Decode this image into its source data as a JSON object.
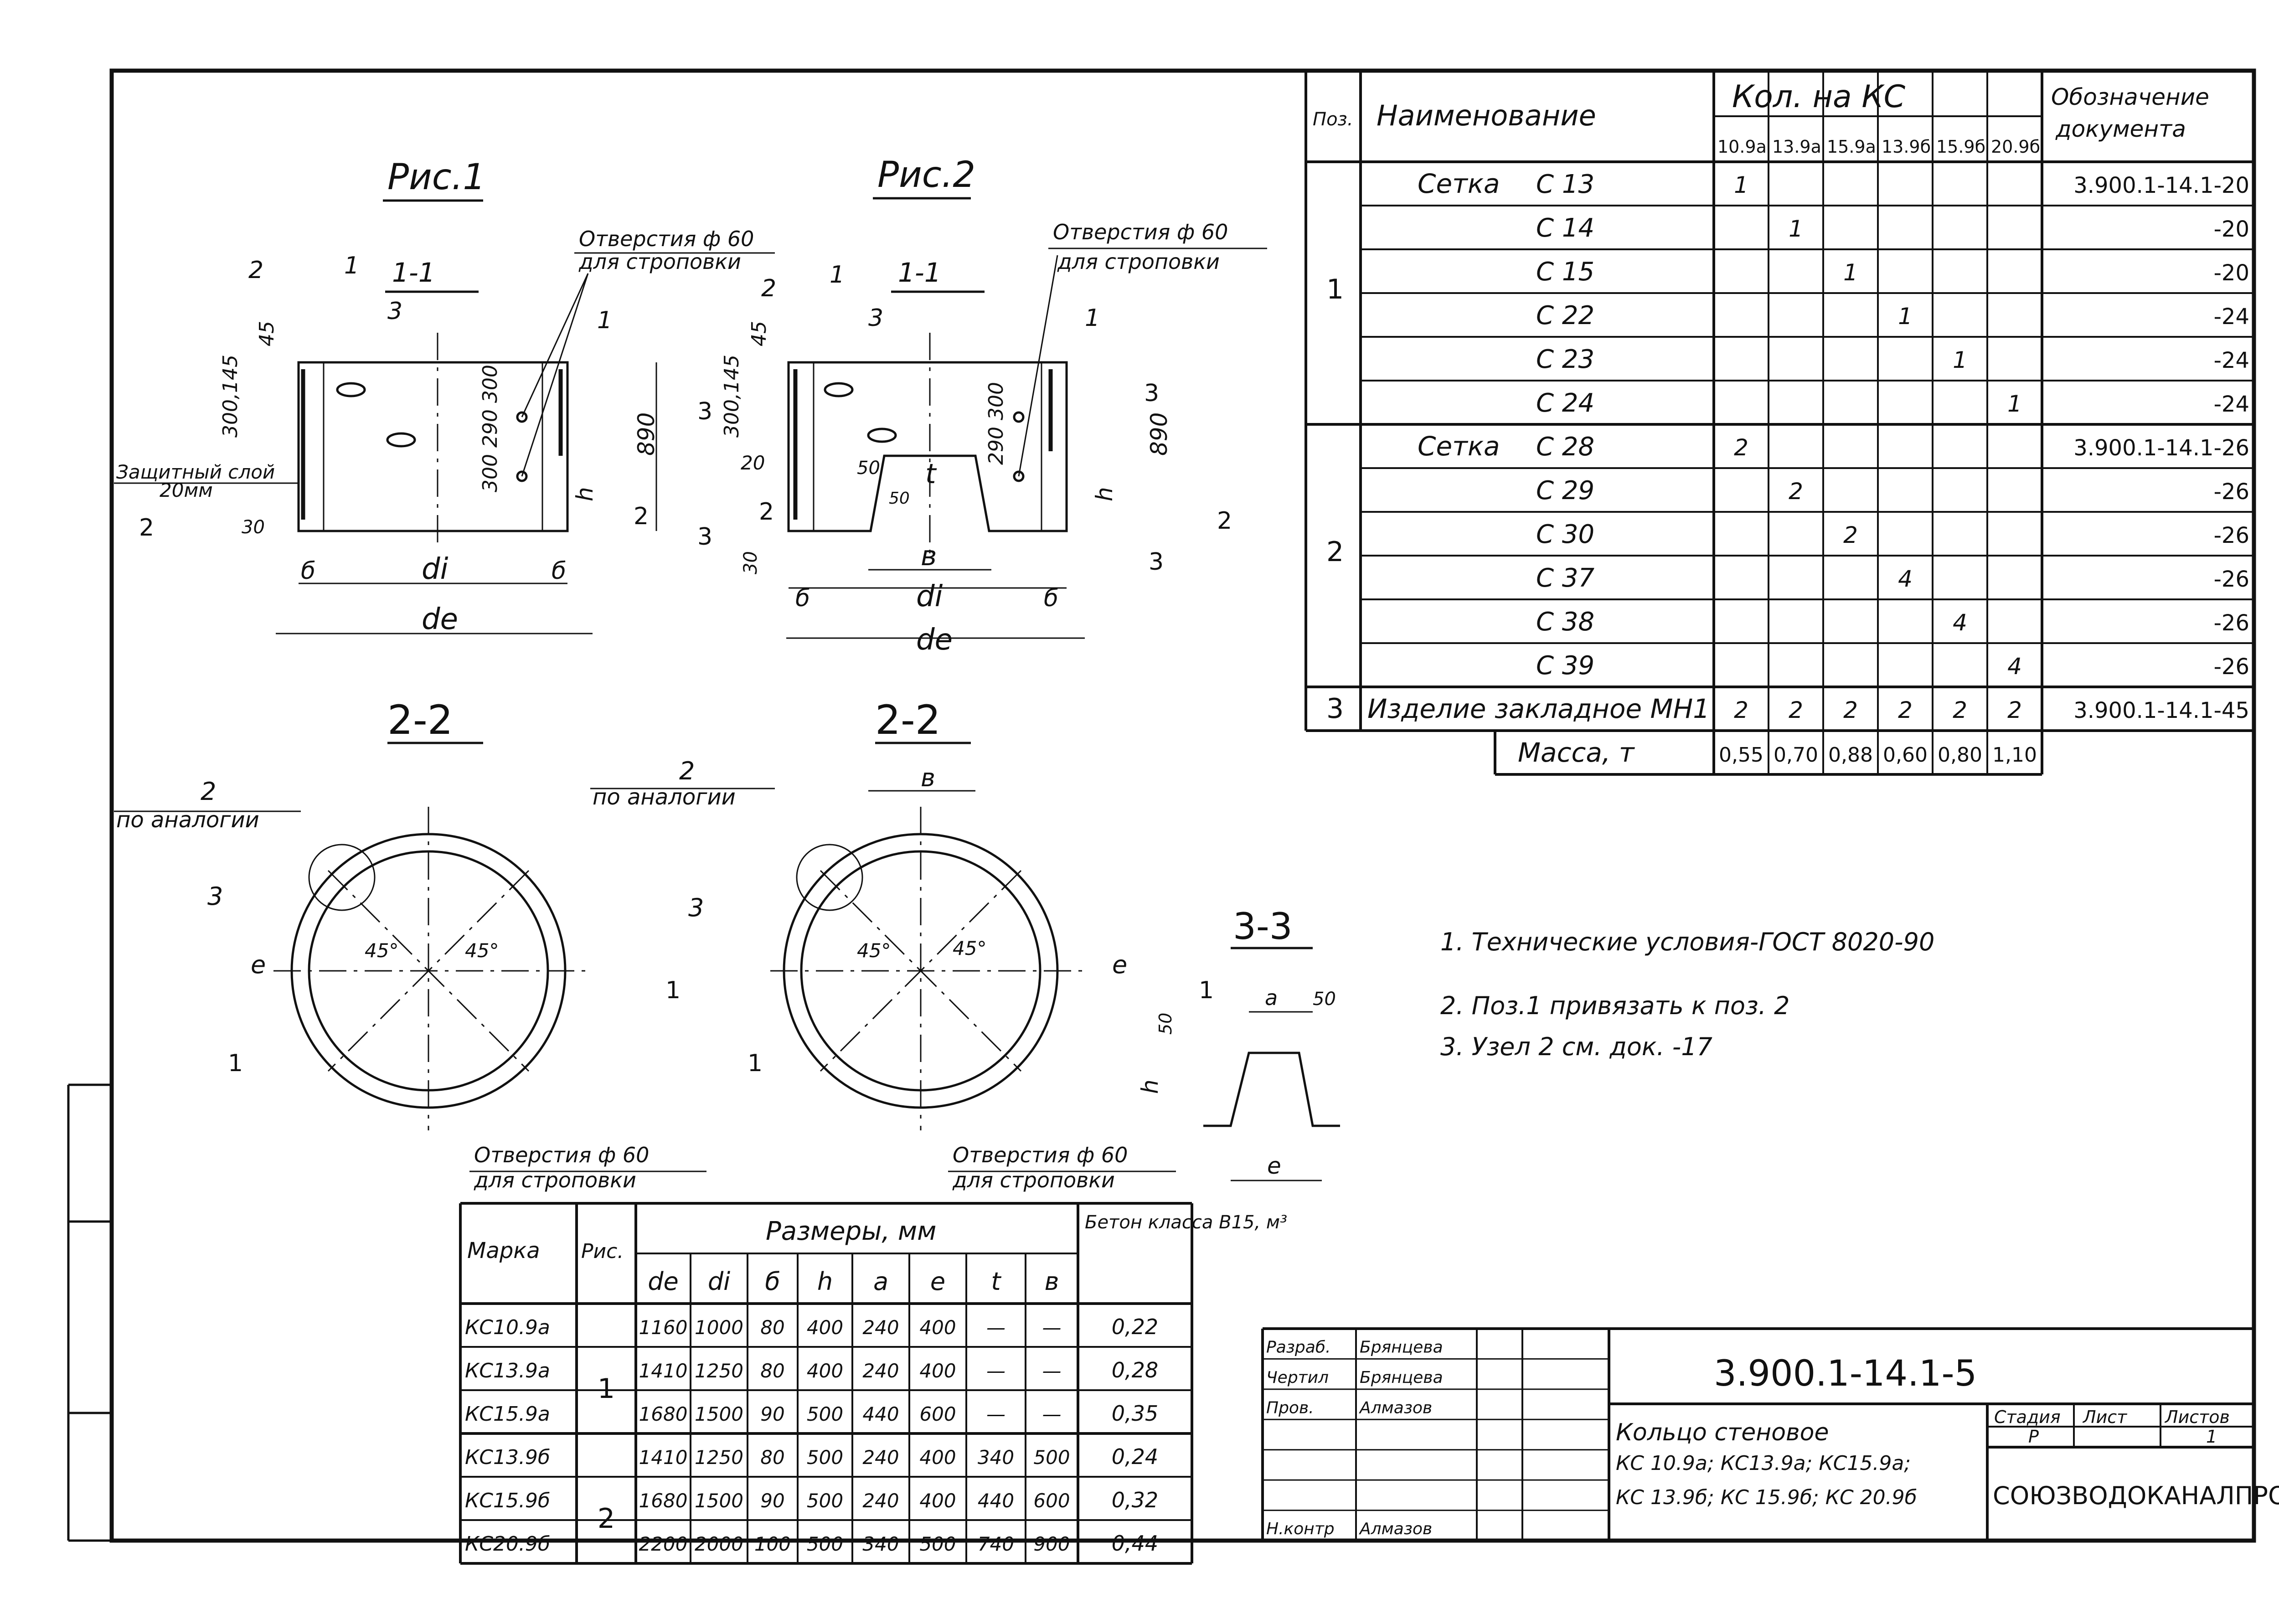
{
  "title_block": {
    "doc_code": "3.900.1-14.1-5",
    "name_line1": "Кольцо стеновое",
    "name_line2": "КС 10.9а; КС13.9а; КС15.9а;",
    "name_line3": "КС 13.9б; КС 15.9б; КС 20.9б",
    "stage_label": "Стадия",
    "sheet_label": "Лист",
    "sheets_label": "Листов",
    "stage": "Р",
    "sheets": "1",
    "org": "СОЮЗВОДОКАНАЛПРОЕКТ",
    "roles": [
      {
        "role": "Разраб.",
        "name": "Брянцева"
      },
      {
        "role": "Чертил",
        "name": "Брянцева"
      },
      {
        "role": "Пров.",
        "name": "Алмазов"
      },
      {
        "role": "",
        "name": ""
      },
      {
        "role": "",
        "name": ""
      },
      {
        "role": "",
        "name": ""
      },
      {
        "role": "Н.контр",
        "name": "Алмазов"
      }
    ]
  },
  "spec": {
    "h_pos": "Поз.",
    "h_name": "Наименование",
    "h_qty": "Кол. на КС",
    "h_doc1": "Обозначение",
    "h_doc2": "документа",
    "cols": [
      "10.9а",
      "13.9а",
      "15.9а",
      "13.9б",
      "15.9б",
      "20.9б"
    ],
    "rows": [
      {
        "pos": "",
        "group": "Сетка",
        "name": "С 13",
        "q": [
          "1",
          "",
          "",
          "",
          "",
          ""
        ],
        "doc": "3.900.1-14.1-20"
      },
      {
        "pos": "",
        "group": "",
        "name": "С 14",
        "q": [
          "",
          "1",
          "",
          "",
          "",
          ""
        ],
        "doc": "-20"
      },
      {
        "pos": "1",
        "group": "",
        "name": "С 15",
        "q": [
          "",
          "",
          "1",
          "",
          "",
          ""
        ],
        "doc": "-20"
      },
      {
        "pos": "",
        "group": "",
        "name": "С 22",
        "q": [
          "",
          "",
          "",
          "1",
          "",
          ""
        ],
        "doc": "-24"
      },
      {
        "pos": "",
        "group": "",
        "name": "С 23",
        "q": [
          "",
          "",
          "",
          "",
          "1",
          ""
        ],
        "doc": "-24"
      },
      {
        "pos": "",
        "group": "",
        "name": "С 24",
        "q": [
          "",
          "",
          "",
          "",
          "",
          "1"
        ],
        "doc": "-24"
      },
      {
        "pos": "",
        "group": "Сетка",
        "name": "С 28",
        "q": [
          "2",
          "",
          "",
          "",
          "",
          ""
        ],
        "doc": "3.900.1-14.1-26"
      },
      {
        "pos": "",
        "group": "",
        "name": "С 29",
        "q": [
          "",
          "2",
          "",
          "",
          "",
          ""
        ],
        "doc": "-26"
      },
      {
        "pos": "2",
        "group": "",
        "name": "С 30",
        "q": [
          "",
          "",
          "2",
          "",
          "",
          ""
        ],
        "doc": "-26"
      },
      {
        "pos": "",
        "group": "",
        "name": "С 37",
        "q": [
          "",
          "",
          "",
          "4",
          "",
          ""
        ],
        "doc": "-26"
      },
      {
        "pos": "",
        "group": "",
        "name": "С 38",
        "q": [
          "",
          "",
          "",
          "",
          "4",
          ""
        ],
        "doc": "-26"
      },
      {
        "pos": "",
        "group": "",
        "name": "С 39",
        "q": [
          "",
          "",
          "",
          "",
          "",
          "4"
        ],
        "doc": "-26"
      },
      {
        "pos": "3",
        "group": "Изделие закладное МН1",
        "name": "",
        "q": [
          "2",
          "2",
          "2",
          "2",
          "2",
          "2"
        ],
        "doc": "3.900.1-14.1-45"
      }
    ],
    "mass_label": "Масса, т",
    "mass": [
      "0,55",
      "0,70",
      "0,88",
      "0,60",
      "0,80",
      "1,10"
    ]
  },
  "dims_table": {
    "h_mark": "Марка",
    "h_fig": "Рис.",
    "h_sizes": "Размеры, мм",
    "h_concrete": "Бетон класса В15, м³",
    "cols": [
      "dе",
      "di",
      "б",
      "h",
      "а",
      "е",
      "t",
      "в"
    ],
    "rows": [
      {
        "mark": "КС10.9а",
        "fig": "",
        "v": [
          "1160",
          "1000",
          "80",
          "400",
          "240",
          "400",
          "—",
          "—"
        ],
        "c": "0,22"
      },
      {
        "mark": "КС13.9а",
        "fig": "1",
        "v": [
          "1410",
          "1250",
          "80",
          "400",
          "240",
          "400",
          "—",
          "—"
        ],
        "c": "0,28"
      },
      {
        "mark": "КС15.9а",
        "fig": "",
        "v": [
          "1680",
          "1500",
          "90",
          "500",
          "440",
          "600",
          "—",
          "—"
        ],
        "c": "0,35"
      },
      {
        "mark": "КС13.9б",
        "fig": "",
        "v": [
          "1410",
          "1250",
          "80",
          "500",
          "240",
          "400",
          "340",
          "500"
        ],
        "c": "0,24"
      },
      {
        "mark": "КС15.9б",
        "fig": "2",
        "v": [
          "1680",
          "1500",
          "90",
          "500",
          "240",
          "400",
          "440",
          "600"
        ],
        "c": "0,32"
      },
      {
        "mark": "КС20.9б",
        "fig": "",
        "v": [
          "2200",
          "2000",
          "100",
          "500",
          "340",
          "500",
          "740",
          "900"
        ],
        "c": "0,44"
      }
    ]
  },
  "notes": [
    "1. Технические условия-ГОСТ 8020-90",
    "2. Поз.1 привязать к поз. 2",
    "3. Узел 2 см. док. -17"
  ],
  "drawing": {
    "fig1": "Рис.1",
    "fig2": "Рис.2",
    "sec11": "1-1",
    "sec22": "2-2",
    "sec33": "3-3",
    "holes1": "Отверстия ф 60",
    "holes2": "для строповки",
    "protective1": "Защитный слой",
    "protective2": "20мм",
    "analog1": "по аналогии",
    "dim_di": "di",
    "dim_de": "dе",
    "dim_b": "б",
    "dim_h": "h",
    "dim_e": "е",
    "dim_a": "а",
    "dim_t": "t",
    "dim_v": "в",
    "n890": "890",
    "n45": "45",
    "n50": "50",
    "n20": "20",
    "n30": "30",
    "n300_145": "300,145",
    "n300_290_300": "300 290 300",
    "n290_300": "290 300",
    "deg45": "45°",
    "p1": "1",
    "p2": "2",
    "p3": "3"
  }
}
